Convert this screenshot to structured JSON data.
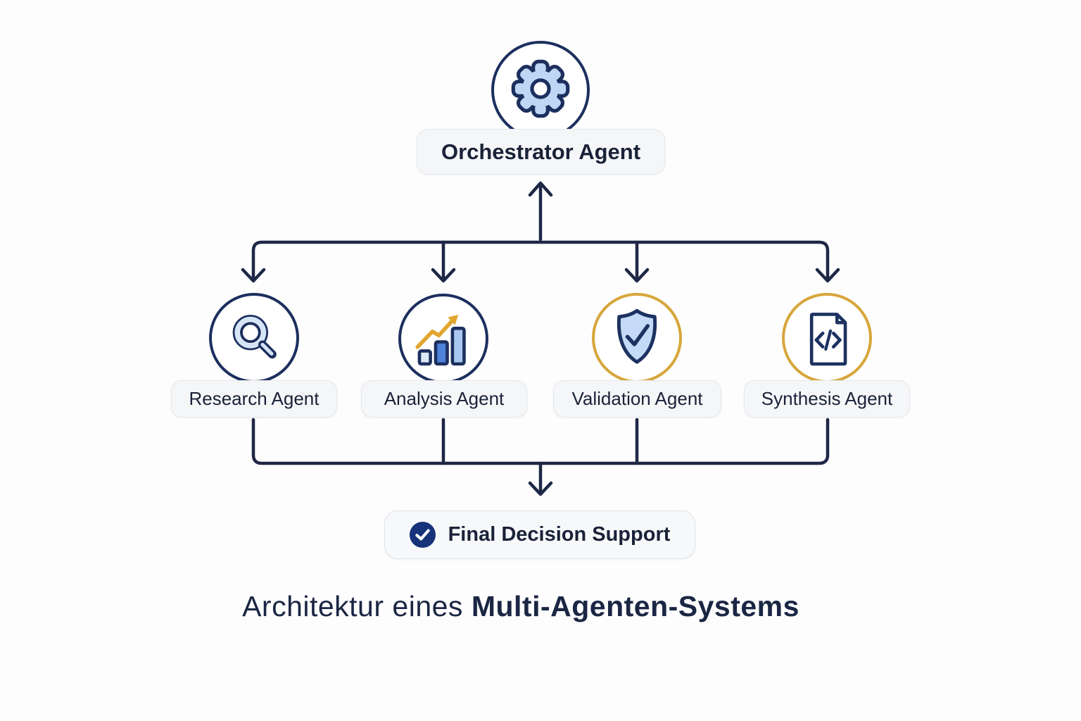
{
  "page": {
    "background": "#fdfdfd"
  },
  "diagram": {
    "orchestrator": {
      "label": "Orchestrator Agent",
      "icon": "gear-icon",
      "ring_color": "#1C2F5E"
    },
    "agents": [
      {
        "label": "Research Agent",
        "icon": "magnifier-icon",
        "ring_color": "#1C2F5E"
      },
      {
        "label": "Analysis Agent",
        "icon": "trend-bar-chart-icon",
        "ring_color": "#1C2F5E"
      },
      {
        "label": "Validation Agent",
        "icon": "shield-check-icon",
        "ring_color": "#D7A63B"
      },
      {
        "label": "Synthesis Agent",
        "icon": "code-file-icon",
        "ring_color": "#D7A63B"
      }
    ],
    "output": {
      "label": "Final Decision Support",
      "icon": "check-circle-icon",
      "badge_color": "#16337A"
    },
    "title": {
      "part1": "Architektur eines",
      "part2": "Multi-Agenten-Systems"
    },
    "colors": {
      "connector_navy": "#1E2745",
      "navy_ring": "#1C2F5E",
      "gold_ring": "#D7A63B",
      "icon_light_blue": "#BFD7F5",
      "shield_fill": "#C5DAF7",
      "bar_pale_blue": "#DDE8F6",
      "bar_medium_blue": "#4F82D9",
      "bar_soft_blue": "#A9C7EF",
      "trend_gold": "#E2A62F",
      "pill_background": "#F5F6F8",
      "pill_border": "#E6E8EC",
      "text_navy": "#1A2238"
    }
  }
}
